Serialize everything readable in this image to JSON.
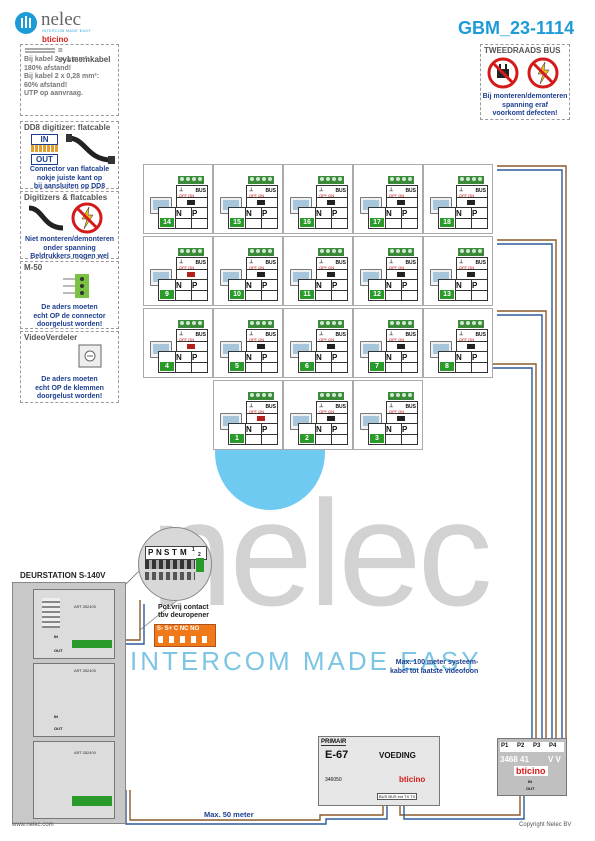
{
  "header": {
    "logo_text": "nelec",
    "logo_tagline": "INTERCOM MADE EASY",
    "brand_text": "bticino",
    "doc_code": "GBM_23-1114"
  },
  "watermark": {
    "text": "nelec",
    "tagline": "INTERCOM MADE EASY"
  },
  "notes": {
    "systeemkabel": {
      "title": "= systeemkabel",
      "lines": [
        "Bij kabel 2 x 1 mm²:",
        "180% afstand!",
        "Bij kabel 2 x 0,28 mm²:",
        "60% afstand!",
        "UTP op aanvraag."
      ]
    },
    "dd8": {
      "title": "DD8 digitizer: flatcable",
      "in_label": "IN",
      "out_label": "OUT",
      "caption": [
        "Connector van flatcable",
        "nokje juiste kant op",
        "bij aansluiten op DD8"
      ]
    },
    "digitizers": {
      "title": "Digitizers & flatcables",
      "caption": [
        "Niet monteren/demonteren",
        "onder spanning",
        "Beldrukkers mogen wel"
      ]
    },
    "m50": {
      "title": "M-50",
      "caption": [
        "De aders moeten",
        "echt OP de connector",
        "doorgelust worden!"
      ]
    },
    "videoverdeler": {
      "title": "VideoVerdeler",
      "caption": [
        "De aders moeten",
        "echt OP de klemmen",
        "doorgelust worden!"
      ]
    },
    "tweedraads": {
      "title": "TWEEDRAADS BUS",
      "caption": [
        "Bij monteren/demonteren",
        "spanning eraf",
        "voorkomt defecten!"
      ]
    }
  },
  "monitor_labels": {
    "bus": "BUS",
    "off_on": "OFF ON",
    "n": "N",
    "p": "P"
  },
  "monitors_row1": [
    "14",
    "15",
    "16",
    "17",
    "18"
  ],
  "monitors_row2": [
    "9",
    "10",
    "11",
    "12",
    "13"
  ],
  "monitors_row3": [
    "4",
    "5",
    "6",
    "7",
    "8"
  ],
  "monitors_row4": [
    "1",
    "2",
    "3"
  ],
  "connector_zoom": {
    "labels": [
      "P",
      "N",
      "S",
      "T",
      "M",
      "1",
      "2"
    ]
  },
  "deurstation": {
    "title": "DEURSTATION S-140V",
    "module_code": "ART.352400",
    "in_label": "IN",
    "out_label": "OUT"
  },
  "contact": {
    "title_line1": "Pot.vrij contact",
    "title_line2": "tbv deuropener",
    "terminals": "S- S+ C NC NO"
  },
  "cable_notes": {
    "max100_line1": "Max. 100 meter systeem-",
    "max100_line2": "kabel tot laatste videofoon",
    "max50": "Max. 50 meter"
  },
  "voeding": {
    "primair": "PRIMAIR",
    "model": "E-67",
    "name": "VOEDING",
    "code": "346050",
    "brand": "bticino",
    "terms": "BUS BUS ext TX TX"
  },
  "verdeler": {
    "ports": [
      "P1",
      "P2",
      "P3",
      "P4"
    ],
    "code": "3468 41",
    "vv": "V V",
    "brand": "bticino",
    "in_label": "IN",
    "out_label": "OUT"
  },
  "footer": {
    "left": "www.nelec.com",
    "right": "Copyright Nelec BV"
  },
  "colors": {
    "brand_blue": "#1d9bd7",
    "green": "#2a9a2a",
    "orange": "#f07a1a",
    "red": "#d41b1b",
    "text_blue": "#1d3f8f"
  }
}
